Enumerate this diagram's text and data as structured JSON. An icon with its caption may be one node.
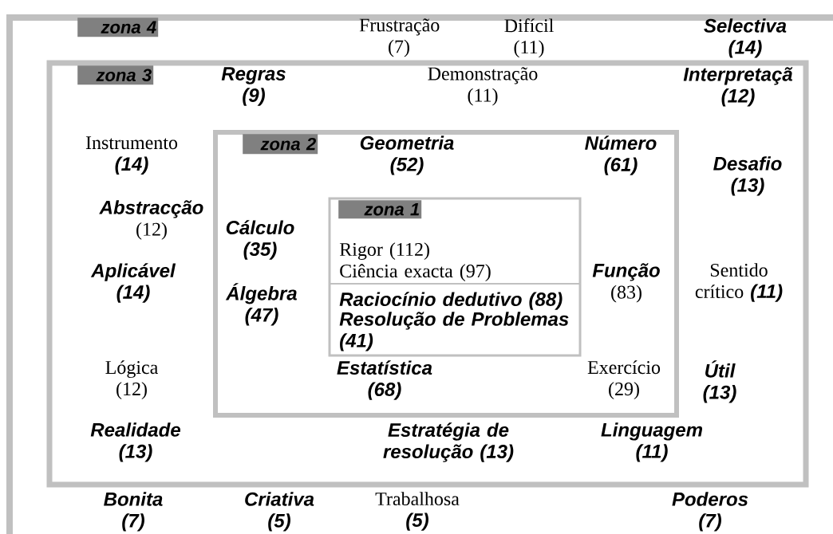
{
  "diagram": {
    "nodes": [
      {
        "text": [
          "zona 4",
          "Frustração (7)",
          "Difícil (11)",
          "Selectiva (14)",
          "Bonita (7)",
          "Criativa (5)",
          "Trabalhosa **(5)**",
          "Poderos (7)"
        ]
      },
      {
        "text": [
          "zona 3",
          "Regras (9)",
          "Demonstração (11)",
          "Interpretaçã (12)",
          "Instrumento **(14)**",
          "Desafio (13)",
          "**Abstracção** (12)",
          "Aplicável (14)",
          "Sentido crítico **(11)**",
          "Lógica (12)",
          "Útil (13)",
          "Realidade (13)",
          "Estratégia de resolução (13)",
          "Linguagem (11)"
        ],
        "in": 0
      },
      {
        "text": [
          "zona 2",
          "Geometria (52)",
          "Número (61)",
          "Cálculo (35)",
          "Álgebra (47)",
          "**Função** (83)",
          "Estatística (68)",
          "Exercício (29)"
        ],
        "in": 1
      },
      {
        "text": [
          "zona 1",
          "Rigor (112)",
          "Ciência exacta (97)",
          "Raciocínio dedutivo (88)",
          "Resolução de Problemas (41)"
        ],
        "in": 2
      }
    ]
  }
}
